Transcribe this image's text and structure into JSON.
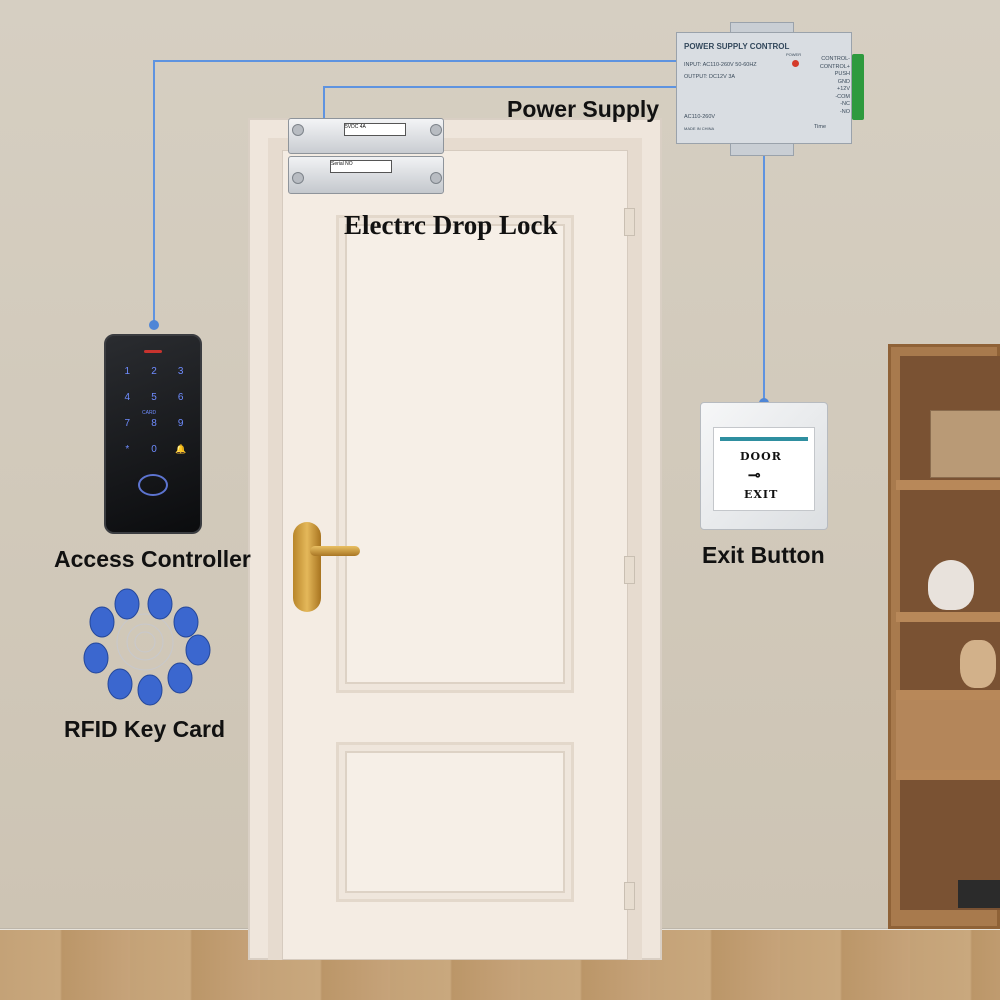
{
  "labels": {
    "power_supply": "Power Supply",
    "drop_lock": "Electrc Drop Lock",
    "access_controller": "Access Controller",
    "exit_button": "Exit Button",
    "rfid_card": "RFID Key Card"
  },
  "power_supply_unit": {
    "title": "POWER SUPPLY CONTROL",
    "input": "INPUT: AC110-260V 50-60HZ",
    "output": "OUTPUT: DC12V 3A",
    "rating": "AC110-260V",
    "origin": "MADE IN CHINA",
    "power_led": "POWER",
    "time": "Time",
    "terminals": [
      "CONTROL-",
      "CONTROL+",
      "PUSH",
      "GND",
      "+12V",
      "-COM",
      "-NC",
      "-NO"
    ]
  },
  "lock_unit": {
    "label_top": "5VDC 4A",
    "label_bottom": "Serial NO"
  },
  "keypad": {
    "keys": [
      "1",
      "2",
      "3",
      "4",
      "5",
      "6",
      "7",
      "8",
      "9",
      "*",
      "0",
      "🔔"
    ],
    "card_text": "CARD"
  },
  "exit_plate": {
    "line1": "DOOR",
    "line2": "EXIT"
  },
  "colors": {
    "wire": "#5e93e0",
    "keypad_digits": "#6f8cff",
    "handle": "#d4a744",
    "rfid_card": "#3b67cf"
  }
}
